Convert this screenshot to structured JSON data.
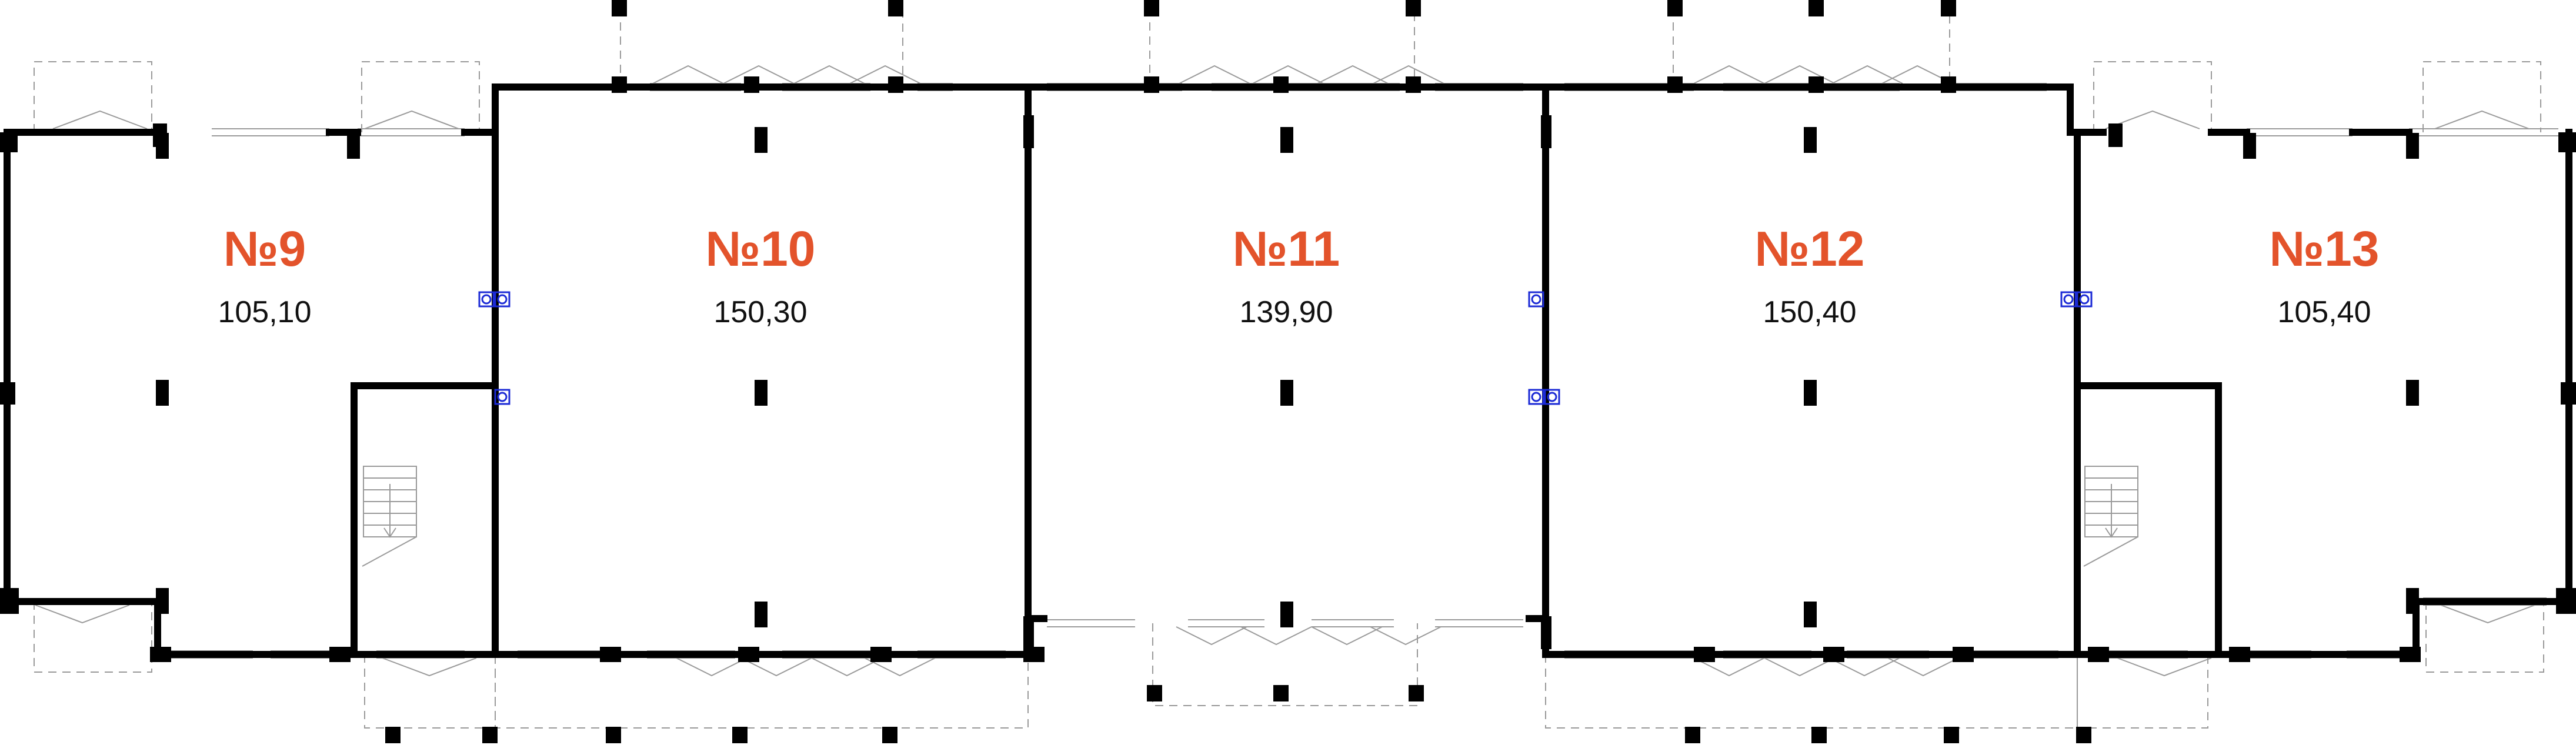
{
  "colors": {
    "accent": "#e3532b",
    "wall": "#000000",
    "thin_line": "#9a9a9a",
    "meter": "#1c2bd6"
  },
  "units": [
    {
      "number": "№9",
      "area": "105,10"
    },
    {
      "number": "№10",
      "area": "150,30"
    },
    {
      "number": "№11",
      "area": "139,90"
    },
    {
      "number": "№12",
      "area": "150,40"
    },
    {
      "number": "№13",
      "area": "105,40"
    }
  ]
}
